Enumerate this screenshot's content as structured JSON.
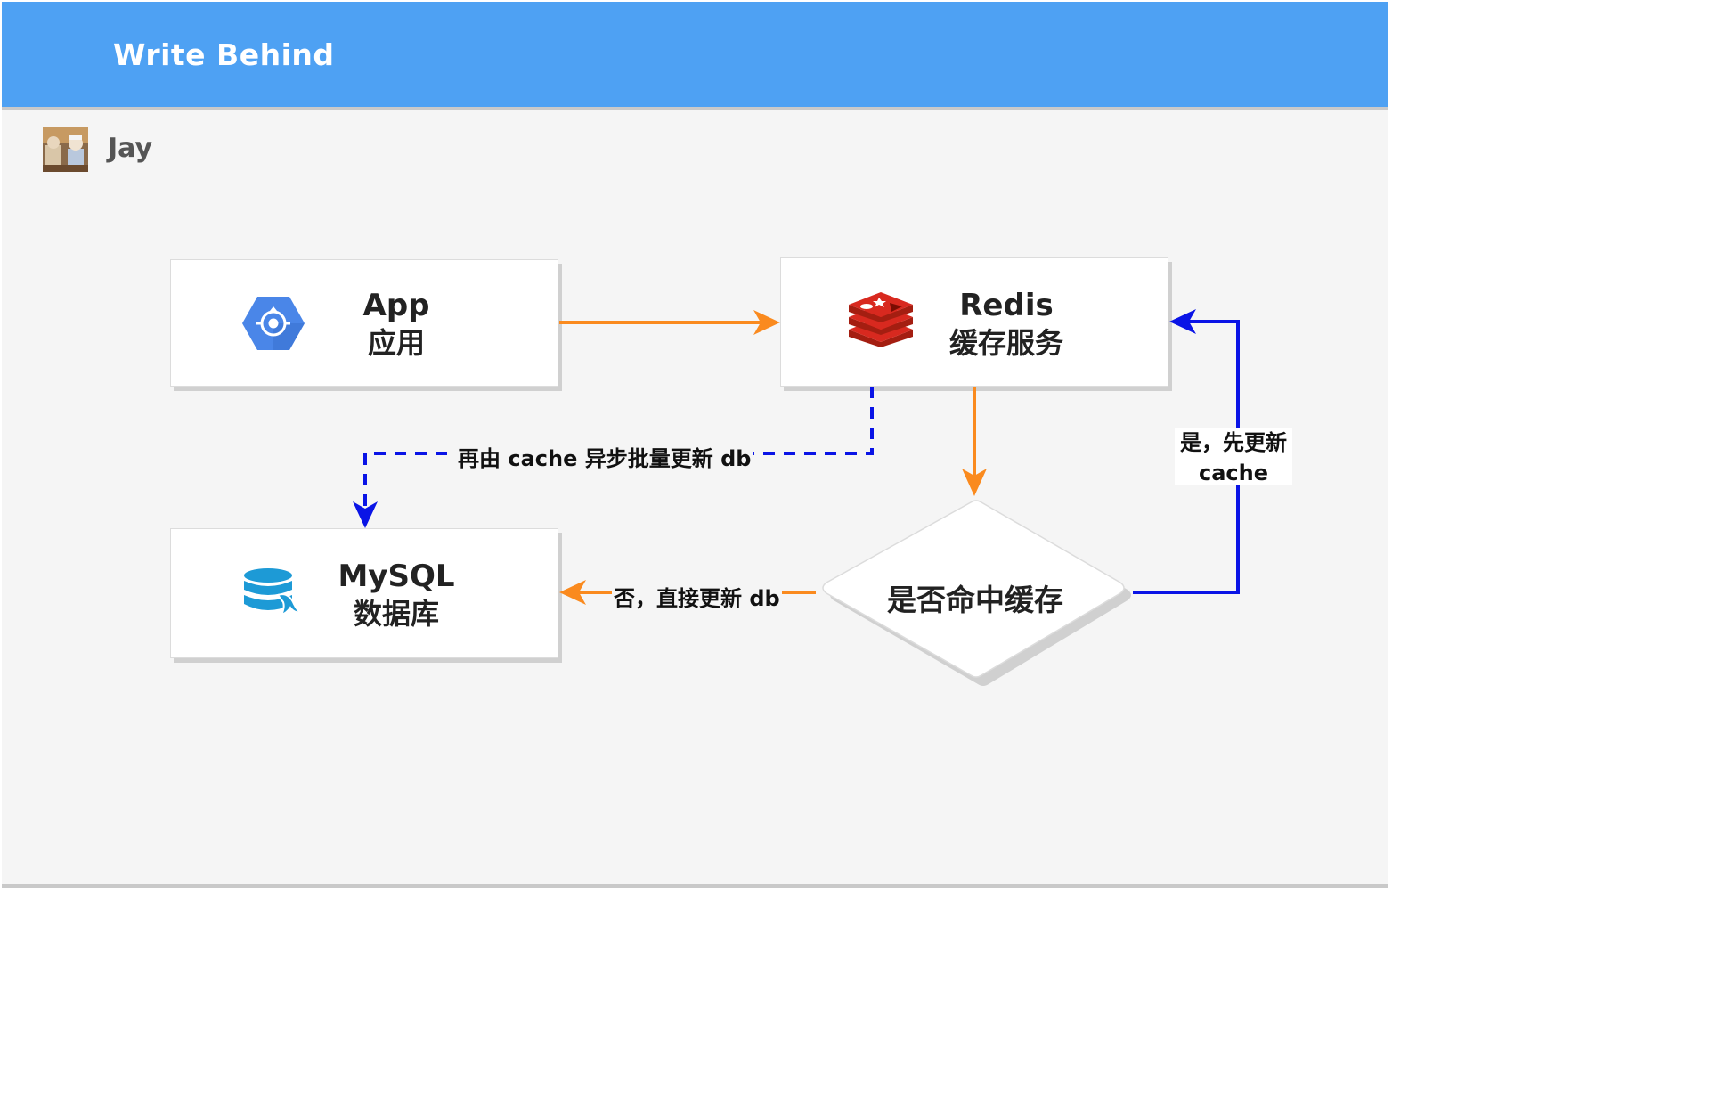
{
  "header": {
    "title": "Write Behind"
  },
  "author": {
    "name": "Jay"
  },
  "nodes": {
    "app": {
      "title": "App",
      "subtitle": "应用",
      "icon": "app-engine-icon"
    },
    "redis": {
      "title": "Redis",
      "subtitle": "缓存服务",
      "icon": "redis-icon"
    },
    "mysql": {
      "title": "MySQL",
      "subtitle": "数据库",
      "icon": "mysql-database-icon"
    },
    "decision": {
      "label": "是否命中缓存"
    }
  },
  "edges": {
    "async_write": "再由 cache 异步批量更新 db",
    "miss": "否，直接更新 db",
    "hit_line1": "是，先更新",
    "hit_line2": "cache"
  },
  "colors": {
    "header": "#4ea1f3",
    "orange_edge": "#fa8a1e",
    "blue_edge": "#0a14e6",
    "redis_red": "#d8291f",
    "app_blue": "#4a86e8",
    "mysql_blue": "#1d9ad6"
  }
}
